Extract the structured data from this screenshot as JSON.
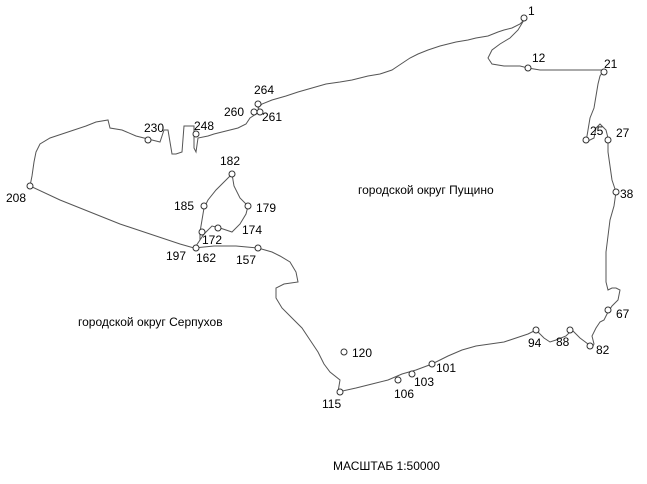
{
  "map": {
    "areas": {
      "pushchino": "городской округ Пущино",
      "serpukhov": "городской округ Серпухов"
    },
    "scale": "МАСШТАБ 1:50000",
    "points": [
      {
        "id": "p1",
        "label": "1"
      },
      {
        "id": "p12",
        "label": "12"
      },
      {
        "id": "p21",
        "label": "21"
      },
      {
        "id": "p25",
        "label": "25"
      },
      {
        "id": "p27",
        "label": "27"
      },
      {
        "id": "p38",
        "label": "38"
      },
      {
        "id": "p67",
        "label": "67"
      },
      {
        "id": "p82",
        "label": "82"
      },
      {
        "id": "p88",
        "label": "88"
      },
      {
        "id": "p94",
        "label": "94"
      },
      {
        "id": "p101",
        "label": "101"
      },
      {
        "id": "p103",
        "label": "103"
      },
      {
        "id": "p106",
        "label": "106"
      },
      {
        "id": "p115",
        "label": "115"
      },
      {
        "id": "p120",
        "label": "120"
      },
      {
        "id": "p157",
        "label": "157"
      },
      {
        "id": "p162",
        "label": "162"
      },
      {
        "id": "p197",
        "label": "197"
      },
      {
        "id": "p172",
        "label": "172"
      },
      {
        "id": "p174",
        "label": "174"
      },
      {
        "id": "p179",
        "label": "179"
      },
      {
        "id": "p182",
        "label": "182"
      },
      {
        "id": "p185",
        "label": "185"
      },
      {
        "id": "p208",
        "label": "208"
      },
      {
        "id": "p230",
        "label": "230"
      },
      {
        "id": "p248",
        "label": "248"
      },
      {
        "id": "p260",
        "label": "260"
      },
      {
        "id": "p261",
        "label": "261"
      },
      {
        "id": "p264",
        "label": "264"
      }
    ]
  }
}
